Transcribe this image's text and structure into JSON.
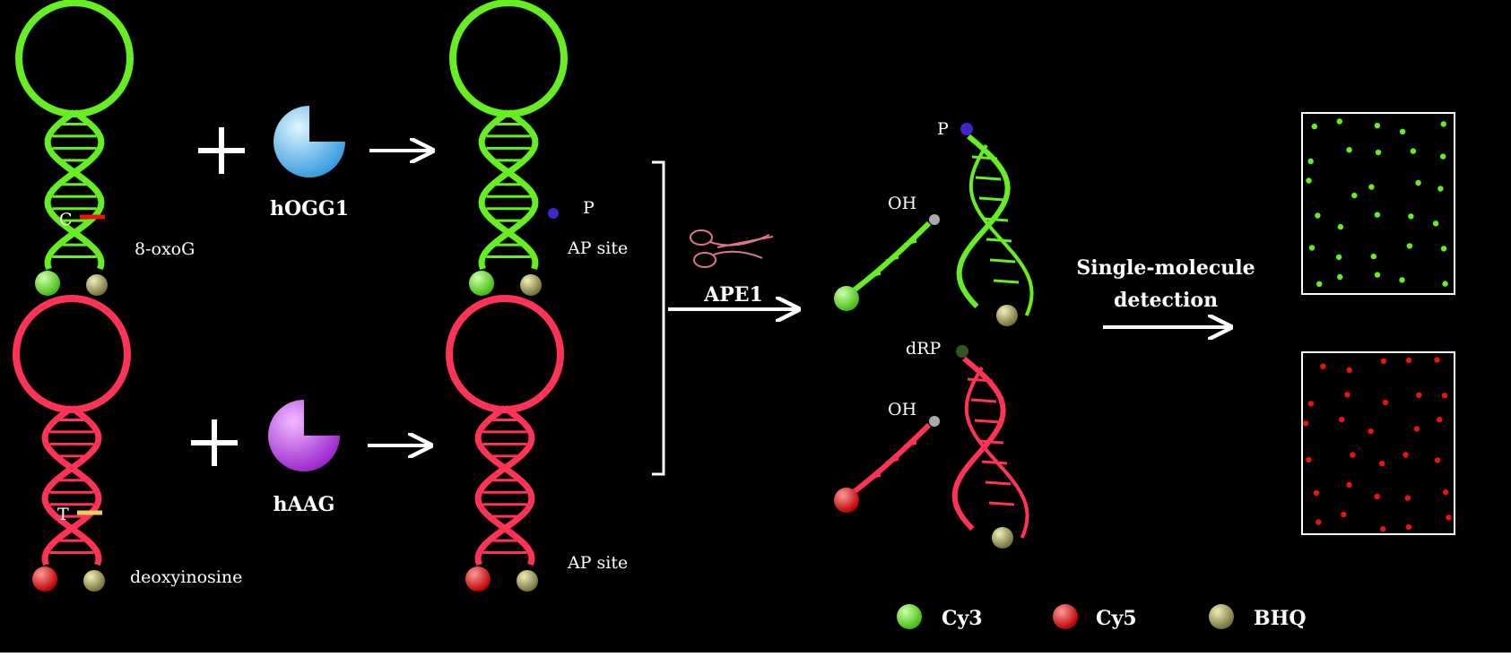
{
  "colors": {
    "background": "#000000",
    "green_strand": "#66ee22",
    "red_strand": "#ff3355",
    "cy3": "#66ee22",
    "cy5": "#ee1111",
    "bhq": "#a8a060",
    "hogg1": "#66ccff",
    "haag": "#cc44ee",
    "phosphate": "#4422cc",
    "hydroxyl": "#aaaaaa",
    "drp": "#335522",
    "oxog_mark": "#ee1111",
    "deoxyinosine_mark": "#eecc66",
    "scissors": "#dd7788"
  },
  "probe_top": {
    "base_label": "C",
    "lesion_label": "8-oxoG"
  },
  "probe_bottom": {
    "base_label": "T",
    "lesion_label": "deoxyinosine"
  },
  "enzymes": {
    "top": "hOGG1",
    "bottom": "hAAG",
    "cleaving": "APE1"
  },
  "intermediate_top": {
    "phosphate_label": "P",
    "site_label": "AP site"
  },
  "intermediate_bottom": {
    "site_label": "AP site"
  },
  "products_top": {
    "oh_label": "OH",
    "p_label": "P"
  },
  "products_bottom": {
    "oh_label": "OH",
    "drp_label": "dRP"
  },
  "detection": {
    "label_line1": "Single-molecule",
    "label_line2": "detection"
  },
  "legend": [
    {
      "name": "Cy3",
      "color": "#66ee22"
    },
    {
      "name": "Cy5",
      "color": "#ee1111"
    },
    {
      "name": "BHQ",
      "color": "#a8a060"
    }
  ]
}
